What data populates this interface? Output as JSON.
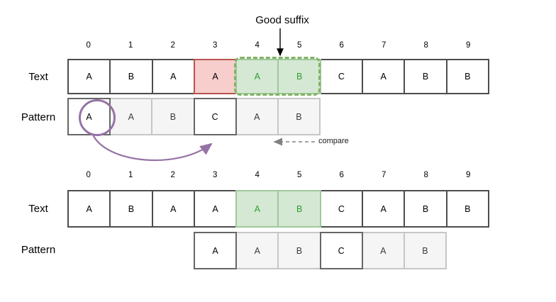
{
  "labels": {
    "good_suffix": "Good suffix",
    "compare": "compare",
    "text_row": "Text",
    "pattern_row": "Pattern"
  },
  "colors": {
    "mismatch_fill": "#f8cecc",
    "mismatch_border": "#b85450",
    "good_suffix_fill": "#d5e8d4",
    "good_suffix_border": "#82b366",
    "good_suffix_text": "#2e9e2e",
    "shift_arrow_purple": "#9673a6",
    "compare_arrow_gray": "#808080",
    "cell_border_dark": "#4d4d4d",
    "pattern_dimmed_fill": "#f5f5f5"
  },
  "top_section": {
    "indices": [
      "0",
      "1",
      "2",
      "3",
      "4",
      "5",
      "6",
      "7",
      "8",
      "9"
    ],
    "text_cells": [
      {
        "ch": "A",
        "state": "normal"
      },
      {
        "ch": "B",
        "state": "normal"
      },
      {
        "ch": "A",
        "state": "normal"
      },
      {
        "ch": "A",
        "state": "mismatch"
      },
      {
        "ch": "A",
        "state": "good-suffix"
      },
      {
        "ch": "B",
        "state": "good-suffix"
      },
      {
        "ch": "C",
        "state": "normal"
      },
      {
        "ch": "A",
        "state": "normal"
      },
      {
        "ch": "B",
        "state": "normal"
      },
      {
        "ch": "B",
        "state": "normal"
      }
    ],
    "pattern_cells": [
      {
        "ch": "A",
        "state": "active",
        "circled": true
      },
      {
        "ch": "A",
        "state": "dimmed",
        "circled": false
      },
      {
        "ch": "B",
        "state": "dimmed",
        "circled": false
      },
      {
        "ch": "C",
        "state": "active",
        "circled": false
      },
      {
        "ch": "A",
        "state": "dimmed",
        "circled": false
      },
      {
        "ch": "B",
        "state": "dimmed",
        "circled": false
      }
    ],
    "pattern_start_index": 0
  },
  "bottom_section": {
    "indices": [
      "0",
      "1",
      "2",
      "3",
      "4",
      "5",
      "6",
      "7",
      "8",
      "9"
    ],
    "text_cells": [
      {
        "ch": "A",
        "state": "normal"
      },
      {
        "ch": "B",
        "state": "normal"
      },
      {
        "ch": "A",
        "state": "normal"
      },
      {
        "ch": "A",
        "state": "normal"
      },
      {
        "ch": "A",
        "state": "good-suffix"
      },
      {
        "ch": "B",
        "state": "good-suffix"
      },
      {
        "ch": "C",
        "state": "normal"
      },
      {
        "ch": "A",
        "state": "normal"
      },
      {
        "ch": "B",
        "state": "normal"
      },
      {
        "ch": "B",
        "state": "normal"
      }
    ],
    "pattern_cells": [
      {
        "ch": "A",
        "state": "active",
        "circled": false
      },
      {
        "ch": "A",
        "state": "dimmed",
        "circled": false
      },
      {
        "ch": "B",
        "state": "dimmed",
        "circled": false
      },
      {
        "ch": "C",
        "state": "active",
        "circled": false
      },
      {
        "ch": "A",
        "state": "dimmed",
        "circled": false
      },
      {
        "ch": "B",
        "state": "dimmed",
        "circled": false
      }
    ],
    "pattern_start_index": 3
  }
}
